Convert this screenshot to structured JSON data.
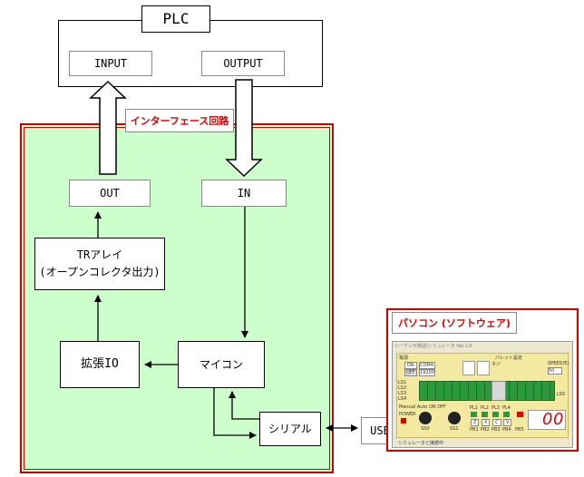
{
  "diagram": {
    "plc": {
      "title": "PLC",
      "input": "INPUT",
      "output": "OUTPUT"
    },
    "interface_label": "インターフェース回路",
    "out_block": "OUT",
    "in_block": "IN",
    "tr_array": {
      "line1": "TRアレイ",
      "line2": "(オープンコレクタ出力)"
    },
    "expansion_io": "拡張IO",
    "mcu": "マイコン",
    "serial": "シリアル",
    "usb": "USB",
    "pc_label": "パソコン (ソフトウェア)"
  },
  "software": {
    "title": "シーケンサ検証(シミュレータ Ver.1.0",
    "power": "電源",
    "on": "ON",
    "off": "OFF",
    "com": "COM4",
    "baud": "19200",
    "palette_label": "パレット設定",
    "nesting": "ネジ",
    "speed_label": "SPEED(E)",
    "speed_value": "50",
    "ls_labels": [
      "LS1",
      "LS2",
      "LS3",
      "LS4"
    ],
    "ls5": "LS5",
    "mode_label": "Manual Auto ON OFF",
    "pl_labels": [
      "PL1",
      "PL2",
      "PL3",
      "PL4"
    ],
    "pb_labels": [
      "PB1",
      "PB2",
      "PB3",
      "PB4"
    ],
    "pb5": "PB5",
    "ss0": "SS0",
    "ss1": "SS1",
    "keys": [
      "Z",
      "X",
      "C",
      "V"
    ],
    "power_badge": "POWER",
    "digits": [
      "0",
      "0"
    ],
    "status": "シミュレータと接続中"
  },
  "colors": {
    "interface_fill": "#ccffcc",
    "interface_border": "#cc0000",
    "label_text": "#e00000",
    "pc_border": "#cc0000"
  }
}
